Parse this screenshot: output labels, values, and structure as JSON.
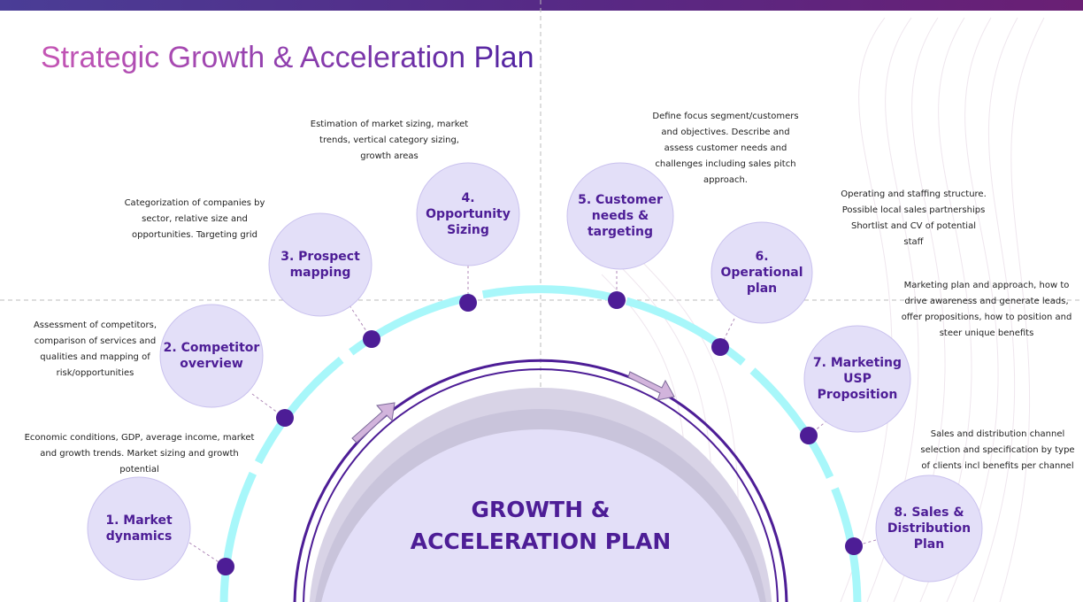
{
  "title": "Strategic Growth & Acceleration Plan",
  "center": {
    "line1": "GROWTH &",
    "line2": "ACCELERATION PLAN"
  },
  "steps": [
    {
      "label": "1. Market dynamics",
      "desc": "Economic conditions, GDP, average income, market and growth trends. Market sizing and growth potential"
    },
    {
      "label": "2. Competitor overview",
      "desc": "Assessment of competitors, comparison of services and qualities and mapping of risk/opportunities"
    },
    {
      "label": "3. Prospect mapping",
      "desc": "Categorization of companies by sector, relative size and opportunities. Targeting grid"
    },
    {
      "label": "4. Opportunity Sizing",
      "desc": "Estimation of market sizing, market trends, vertical category sizing, growth areas"
    },
    {
      "label": "5. Customer needs & targeting",
      "desc": "Define focus segment/customers and objectives. Describe and assess customer needs and challenges including sales pitch approach."
    },
    {
      "label": "6. Operational plan",
      "desc": "Operating and staffing structure. Possible local sales partnerships Shortlist and CV of potential staff"
    },
    {
      "label": "7. Marketing USP Proposition",
      "desc": "Marketing plan and approach, how to drive awareness and generate leads, offer propositions, how to position and steer unique benefits"
    },
    {
      "label": "8. Sales & Distribution Plan",
      "desc": "Sales and distribution channel selection and specification by type of clients incl benefits per channel"
    }
  ],
  "colors": {
    "accent": "#4d1d96",
    "arc": "#a8f7fa",
    "bubble": "#e3dff8",
    "arrow": "#d2b4dc"
  }
}
